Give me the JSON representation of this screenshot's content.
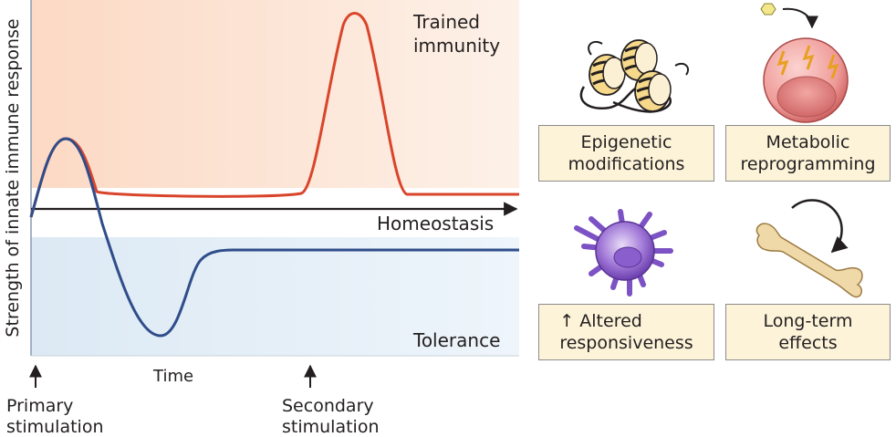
{
  "diagram": {
    "y_axis_label": "Strength of innate immune response",
    "x_axis_label": "Time",
    "regions": {
      "trained": "Trained",
      "trained_line2": "immunity",
      "homeostasis": "Homeostasis",
      "tolerance": "Tolerance"
    },
    "stimuli": {
      "primary_line1": "Primary",
      "primary_line2": "stimulation",
      "secondary_line1": "Secondary",
      "secondary_line2": "stimulation"
    },
    "colors": {
      "trained_curve": "#d9452b",
      "tolerance_curve": "#2f4d8a",
      "trained_zone": "#fde3d3",
      "tolerance_zone": "#e3eef8",
      "label_box": "#fdf3d9"
    }
  },
  "features": {
    "epigenetic": {
      "line1": "Epigenetic",
      "line2": "modifications",
      "icon": "nucleosome-icon"
    },
    "metabolic": {
      "line1": "Metabolic",
      "line2": "reprogramming",
      "icon": "cell-metabolism-icon"
    },
    "responsiveness": {
      "line1": "↑ Altered",
      "line2": "responsiveness",
      "icon": "immune-cell-icon"
    },
    "long_term": {
      "line1": "Long-term",
      "line2": "effects",
      "icon": "bone-marrow-icon"
    }
  }
}
